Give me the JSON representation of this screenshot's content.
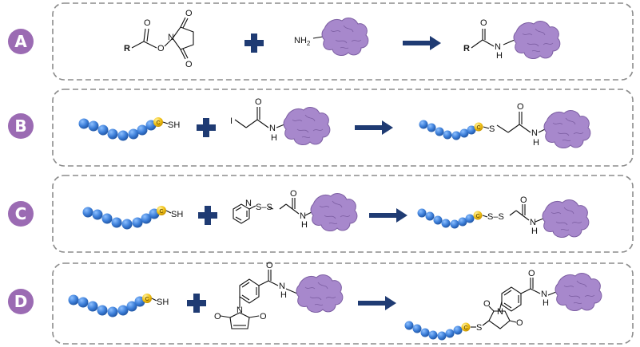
{
  "panels": [
    {
      "id": "A",
      "label": "A",
      "reactant": {
        "r_group": "R",
        "o_ester": "O",
        "n_ring": "N",
        "o_top": "O",
        "o_bottom": "O",
        "o_carbonyl": "O"
      },
      "amine": {
        "nh2": "NH",
        "nh2_sub": "2"
      },
      "product": {
        "r_group": "R",
        "o": "O",
        "nh_n": "N",
        "nh_h": "H"
      }
    },
    {
      "id": "B",
      "label": "B",
      "peptide": {
        "cys": "C",
        "thiol": "SH"
      },
      "reagent": {
        "iodo": "I",
        "o": "O",
        "n": "N",
        "h": "H"
      },
      "product": {
        "cys": "C",
        "s": "S",
        "o": "O",
        "n": "N",
        "h": "H"
      }
    },
    {
      "id": "C",
      "label": "C",
      "peptide": {
        "cys": "C",
        "thiol": "SH"
      },
      "reagent": {
        "pyr_n": "N",
        "ss": "S–S",
        "o": "O",
        "n": "N",
        "h": "H"
      },
      "product": {
        "cys": "C",
        "ss": "S–S",
        "o": "O",
        "n": "N",
        "h": "H"
      }
    },
    {
      "id": "D",
      "label": "D",
      "peptide": {
        "cys": "C",
        "thiol": "SH"
      },
      "reagent": {
        "n": "N",
        "o_top": "O",
        "o_bottom": "O",
        "amide_o": "O",
        "amide_n": "N",
        "amide_h": "H"
      },
      "product": {
        "cys": "C",
        "s": "S",
        "n": "N",
        "o_top": "O",
        "o_bottom": "O",
        "amide_o": "O",
        "amide_n": "N",
        "amide_h": "H"
      }
    }
  ],
  "colors": {
    "badge": "#9b6bb3",
    "plus": "#1f3b73",
    "arrow": "#1f3b73",
    "bead": "#3d7fd9",
    "cysteine": "#f2c318",
    "protein": "#a788cc",
    "border": "#8c8c8c"
  },
  "icons": {
    "plus": "plus-icon",
    "arrow": "reaction-arrow-icon",
    "protein": "protein-blob-icon",
    "peptide": "peptide-chain-icon"
  }
}
